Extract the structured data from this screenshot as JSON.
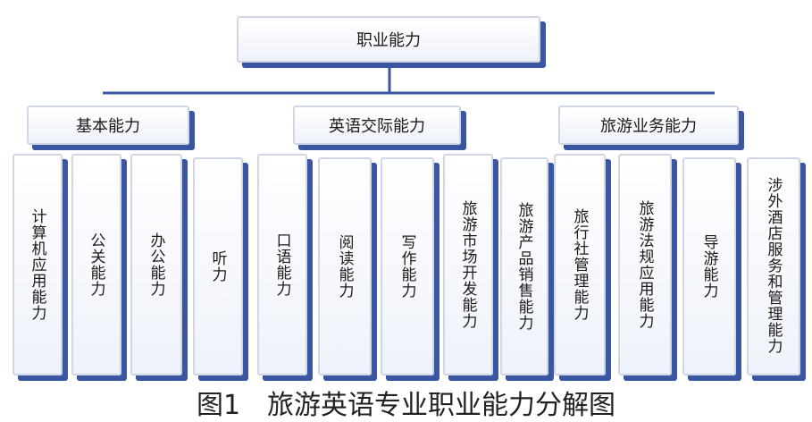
{
  "root": {
    "label": "职业能力"
  },
  "groups": [
    {
      "label": "基本能力"
    },
    {
      "label": "英语交际能力"
    },
    {
      "label": "旅游业务能力"
    }
  ],
  "leaves": [
    {
      "label": "计算机应用能力"
    },
    {
      "label": "公关能力"
    },
    {
      "label": "办公能力"
    },
    {
      "label": "听力"
    },
    {
      "label": "口语能力"
    },
    {
      "label": "阅读能力"
    },
    {
      "label": "写作能力"
    },
    {
      "label": "旅游市场开发能力"
    },
    {
      "label": "旅游产品销售能力"
    },
    {
      "label": "旅行社管理能力"
    },
    {
      "label": "旅游法规应用能力"
    },
    {
      "label": "导游能力"
    },
    {
      "label": "涉外酒店服务和管理能力"
    }
  ],
  "caption": "图1　旅游英语专业职业能力分解图"
}
